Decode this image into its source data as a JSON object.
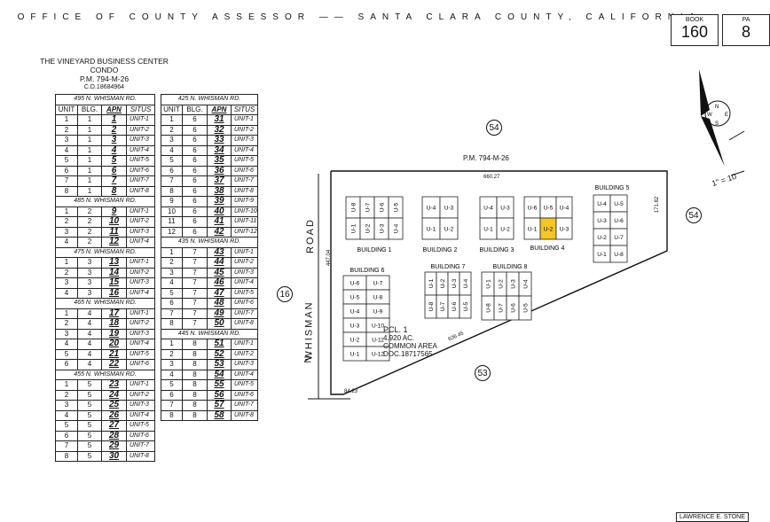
{
  "header": {
    "left": "OFFICE OF COUNTY ASSESSOR",
    "dash": "——",
    "right": "SANTA CLARA COUNTY, CALIFORNIA"
  },
  "book": {
    "book_label": "BOOK",
    "book_value": "160",
    "page_label": "PA",
    "page_value": "8"
  },
  "title": {
    "name": "THE VINEYARD BUSINESS CENTER",
    "type": "CONDO",
    "pm": "P.M. 794-M-26",
    "cd": "C.D.18684964"
  },
  "table_headers": [
    "UNIT",
    "BLG.",
    "APN",
    "SITUS"
  ],
  "left_table": [
    {
      "section": "495 N. WHISMAN RD.",
      "rows": [
        [
          "1",
          "1",
          "1",
          "UNIT-1"
        ],
        [
          "2",
          "1",
          "2",
          "UNIT-2"
        ],
        [
          "3",
          "1",
          "3",
          "UNIT-3"
        ],
        [
          "4",
          "1",
          "4",
          "UNIT-4"
        ],
        [
          "5",
          "1",
          "5",
          "UNIT-5"
        ],
        [
          "6",
          "1",
          "6",
          "UNIT-6"
        ],
        [
          "7",
          "1",
          "7",
          "UNIT-7"
        ],
        [
          "8",
          "1",
          "8",
          "UNIT-8"
        ]
      ]
    },
    {
      "section": "485 N. WHISMAN RD.",
      "rows": [
        [
          "1",
          "2",
          "9",
          "UNIT-1"
        ],
        [
          "2",
          "2",
          "10",
          "UNIT-2"
        ],
        [
          "3",
          "2",
          "11",
          "UNIT-3"
        ],
        [
          "4",
          "2",
          "12",
          "UNIT-4"
        ]
      ]
    },
    {
      "section": "475 N. WHISMAN RD.",
      "rows": [
        [
          "1",
          "3",
          "13",
          "UNIT-1"
        ],
        [
          "2",
          "3",
          "14",
          "UNIT-2"
        ],
        [
          "3",
          "3",
          "15",
          "UNIT-3"
        ],
        [
          "4",
          "3",
          "16",
          "UNIT-4"
        ]
      ]
    },
    {
      "section": "465 N. WHISMAN RD.",
      "rows": [
        [
          "1",
          "4",
          "17",
          "UNIT-1"
        ],
        [
          "2",
          "4",
          "18",
          "UNIT-2"
        ],
        [
          "3",
          "4",
          "19",
          "UNIT-3"
        ],
        [
          "4",
          "4",
          "20",
          "UNIT-4"
        ],
        [
          "5",
          "4",
          "21",
          "UNIT-5"
        ],
        [
          "6",
          "4",
          "22",
          "UNIT-6"
        ]
      ]
    },
    {
      "section": "455 N. WHISMAN RD.",
      "rows": [
        [
          "1",
          "5",
          "23",
          "UNIT-1"
        ],
        [
          "2",
          "5",
          "24",
          "UNIT-2"
        ],
        [
          "3",
          "5",
          "25",
          "UNIT-3"
        ],
        [
          "4",
          "5",
          "26",
          "UNIT-4"
        ],
        [
          "5",
          "5",
          "27",
          "UNIT-5"
        ],
        [
          "6",
          "5",
          "28",
          "UNIT-6"
        ],
        [
          "7",
          "5",
          "29",
          "UNIT-7"
        ],
        [
          "8",
          "5",
          "30",
          "UNIT-8"
        ]
      ]
    }
  ],
  "right_table": [
    {
      "section": "425 N. WHISMAN RD.",
      "rows": [
        [
          "1",
          "6",
          "31",
          "UNIT-1"
        ],
        [
          "2",
          "6",
          "32",
          "UNIT-2"
        ],
        [
          "3",
          "6",
          "33",
          "UNIT-3"
        ],
        [
          "4",
          "6",
          "34",
          "UNIT-4"
        ],
        [
          "5",
          "6",
          "35",
          "UNIT-5"
        ],
        [
          "6",
          "6",
          "36",
          "UNIT-6"
        ],
        [
          "7",
          "6",
          "37",
          "UNIT-7"
        ],
        [
          "8",
          "6",
          "38",
          "UNIT-8"
        ],
        [
          "9",
          "6",
          "39",
          "UNIT-9"
        ],
        [
          "10",
          "6",
          "40",
          "UNIT-10"
        ],
        [
          "11",
          "6",
          "41",
          "UNIT-11"
        ],
        [
          "12",
          "6",
          "42",
          "UNIT-12"
        ]
      ]
    },
    {
      "section": "435 N. WHISMAN RD.",
      "rows": [
        [
          "1",
          "7",
          "43",
          "UNIT-1"
        ],
        [
          "2",
          "7",
          "44",
          "UNIT-2"
        ],
        [
          "3",
          "7",
          "45",
          "UNIT-3"
        ],
        [
          "4",
          "7",
          "46",
          "UNIT-4"
        ],
        [
          "5",
          "7",
          "47",
          "UNIT-5"
        ],
        [
          "6",
          "7",
          "48",
          "UNIT-6"
        ],
        [
          "7",
          "7",
          "49",
          "UNIT-7"
        ],
        [
          "8",
          "7",
          "50",
          "UNIT-8"
        ]
      ]
    },
    {
      "section": "445 N. WHISMAN RD.",
      "rows": [
        [
          "1",
          "8",
          "51",
          "UNIT-1"
        ],
        [
          "2",
          "8",
          "52",
          "UNIT-2"
        ],
        [
          "3",
          "8",
          "53",
          "UNIT-3"
        ],
        [
          "4",
          "8",
          "54",
          "UNIT-4"
        ],
        [
          "5",
          "8",
          "55",
          "UNIT-5"
        ],
        [
          "6",
          "8",
          "56",
          "UNIT-6"
        ],
        [
          "7",
          "8",
          "57",
          "UNIT-7"
        ],
        [
          "8",
          "8",
          "58",
          "UNIT-8"
        ]
      ]
    }
  ],
  "map": {
    "pm_label": "P.M. 794-M-26",
    "road": [
      "N.",
      "WHISMAN",
      "ROAD"
    ],
    "dimensions": {
      "top": "660.27",
      "left": "447.04",
      "right": "171.82",
      "diag": "636.45",
      "bottom": "84.23"
    },
    "parcel": [
      "PCL. 1",
      "4.920 AC.",
      "COMMON AREA",
      "DOC.18717565"
    ],
    "circled": [
      "54",
      "54",
      "16",
      "53"
    ],
    "highlight_color": "#f3c623",
    "buildings": [
      {
        "name": "BUILDING 1",
        "units": [
          "U-8",
          "U-7",
          "U-6",
          "U-5",
          "U-1",
          "U-2",
          "U-3",
          "U-4"
        ]
      },
      {
        "name": "BUILDING 2",
        "units": [
          "U-4",
          "U-3",
          "U-1",
          "U-2"
        ]
      },
      {
        "name": "BUILDING 3",
        "units": [
          "U-4",
          "U-3",
          "U-1",
          "U-2"
        ]
      },
      {
        "name": "BUILDING 4",
        "units": [
          "U-6",
          "U-5",
          "U-4",
          "U-1",
          "U-2",
          "U-3"
        ]
      },
      {
        "name": "BUILDING 5",
        "units": [
          "U-4",
          "U-5",
          "U-3",
          "U-6",
          "U-2",
          "U-7",
          "U-1",
          "U-8"
        ]
      },
      {
        "name": "BUILDING 6",
        "units": [
          "U-6",
          "U-7",
          "U-5",
          "U-8",
          "U-4",
          "U-9",
          "U-3",
          "U-10",
          "U-2",
          "U-11",
          "U-1",
          "U-12"
        ]
      },
      {
        "name": "BUILDING 7",
        "units": [
          "U-1",
          "U-2",
          "U-3",
          "U-4",
          "U-8",
          "U-7",
          "U-6",
          "U-5"
        ]
      },
      {
        "name": "BUILDING 8",
        "units": [
          "U-1",
          "U-2",
          "U-3",
          "U-4",
          "U-8",
          "U-7",
          "U-6",
          "U-5"
        ]
      }
    ],
    "scale": "1\" = 10"
  },
  "footer": {
    "stone": "LAWRENCE E. STONE"
  }
}
